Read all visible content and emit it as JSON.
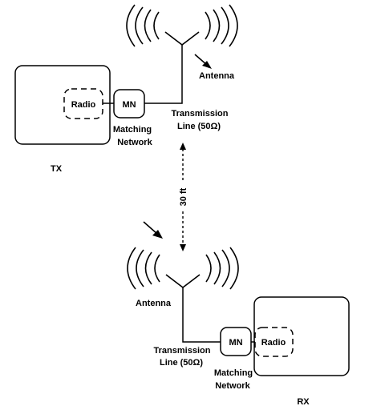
{
  "transmitter": {
    "radio_label": "Radio",
    "mn_label": "MN",
    "matching_label_line1": "Matching",
    "matching_label_line2": "Network",
    "antenna_label": "Antenna",
    "line_label_line1": "Transmission",
    "line_label_line2": "Line (50Ω)",
    "side_label": "TX"
  },
  "distance_label": "30 ft",
  "receiver": {
    "radio_label": "Radio",
    "mn_label": "MN",
    "matching_label_line1": "Matching",
    "matching_label_line2": "Network",
    "antenna_label": "Antenna",
    "line_label_line1": "Transmission",
    "line_label_line2": "Line (50Ω)",
    "side_label": "RX"
  },
  "colors": {
    "stroke": "#000000",
    "background": "#ffffff"
  }
}
